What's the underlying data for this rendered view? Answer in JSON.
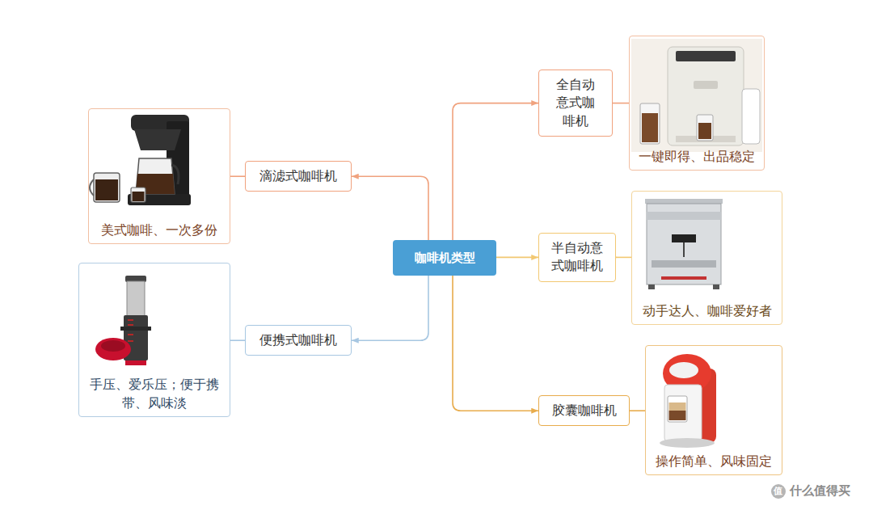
{
  "diagram": {
    "nodes": [
      {
        "text": [
          "咖啡机类型"
        ]
      },
      {
        "text": [
          "滴滤式咖啡机"
        ]
      },
      {
        "text": [
          "美式咖啡、一次多份"
        ]
      },
      {
        "text": [
          "便携式咖啡机"
        ]
      },
      {
        "text": [
          "手压、爱乐压；便于携带、风味淡"
        ]
      },
      {
        "text": [
          "全自动意式咖啡机"
        ]
      },
      {
        "text": [
          "一键即得、出品稳定"
        ]
      },
      {
        "text": [
          "半自动意式咖啡机"
        ]
      },
      {
        "text": [
          "动手达人、咖啡爱好者"
        ]
      },
      {
        "text": [
          "胶囊咖啡机"
        ]
      },
      {
        "text": [
          "操作简单、风味固定"
        ]
      }
    ],
    "edges": [
      {
        "from": 0,
        "to": 1,
        "arrow": "to"
      },
      {
        "from": 1,
        "to": 2,
        "arrow": "none"
      },
      {
        "from": 0,
        "to": 3,
        "arrow": "to"
      },
      {
        "from": 3,
        "to": 4,
        "arrow": "none"
      },
      {
        "from": 0,
        "to": 5,
        "arrow": "to"
      },
      {
        "from": 5,
        "to": 6,
        "arrow": "none"
      },
      {
        "from": 0,
        "to": 7,
        "arrow": "to"
      },
      {
        "from": 7,
        "to": 8,
        "arrow": "none"
      },
      {
        "from": 0,
        "to": 9,
        "arrow": "to"
      },
      {
        "from": 9,
        "to": 10,
        "arrow": "none"
      }
    ],
    "labels": [
      "值",
      "什么值得买"
    ]
  }
}
